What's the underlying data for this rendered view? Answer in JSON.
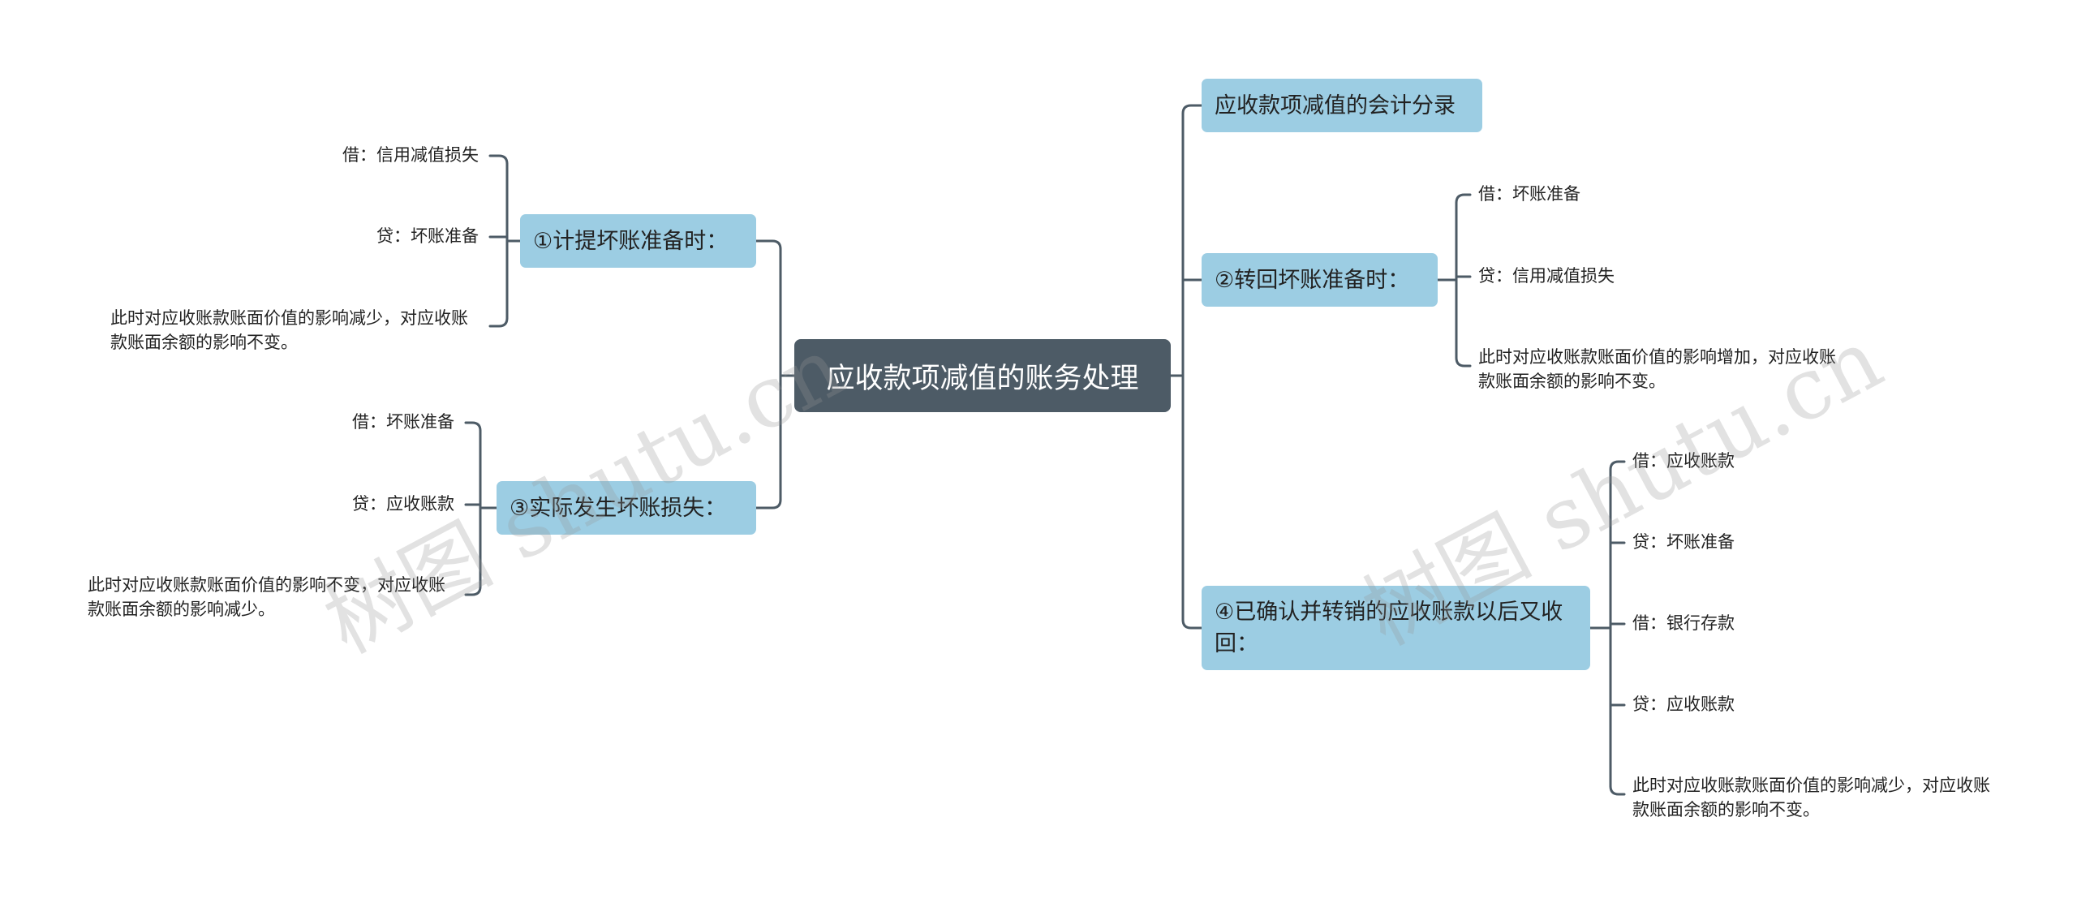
{
  "root": {
    "label": "应收款项减值的账务处理"
  },
  "topics": {
    "t1": {
      "label": "①计提坏账准备时："
    },
    "t2": {
      "label": "②转回坏账准备时："
    },
    "t3": {
      "label": "③实际发生坏账损失："
    },
    "t4": {
      "label": "④已确认并转销的应收账款以后又收回："
    },
    "t5": {
      "label": "应收款项减值的会计分录"
    }
  },
  "leaves": {
    "t1": [
      "借：信用减值损失",
      "贷：坏账准备",
      "此时对应收账款账面价值的影响减少，对应收账款账面余额的影响不变。"
    ],
    "t2": [
      "借：坏账准备",
      "贷：信用减值损失",
      "此时对应收账款账面价值的影响增加，对应收账款账面余额的影响不变。"
    ],
    "t3": [
      "借：坏账准备",
      "贷：应收账款",
      "此时对应收账款账面价值的影响不变，对应收账款账面余额的影响减少。"
    ],
    "t4": [
      "借：应收账款",
      "贷：坏账准备",
      "借：银行存款",
      "贷：应收账款",
      "此时对应收账款账面价值的影响减少，对应收账款账面余额的影响不变。"
    ]
  },
  "watermark": "树图 shutu.cn",
  "colors": {
    "root": "#4d5b66",
    "topic": "#9ccde3",
    "line": "#4d5b66"
  }
}
